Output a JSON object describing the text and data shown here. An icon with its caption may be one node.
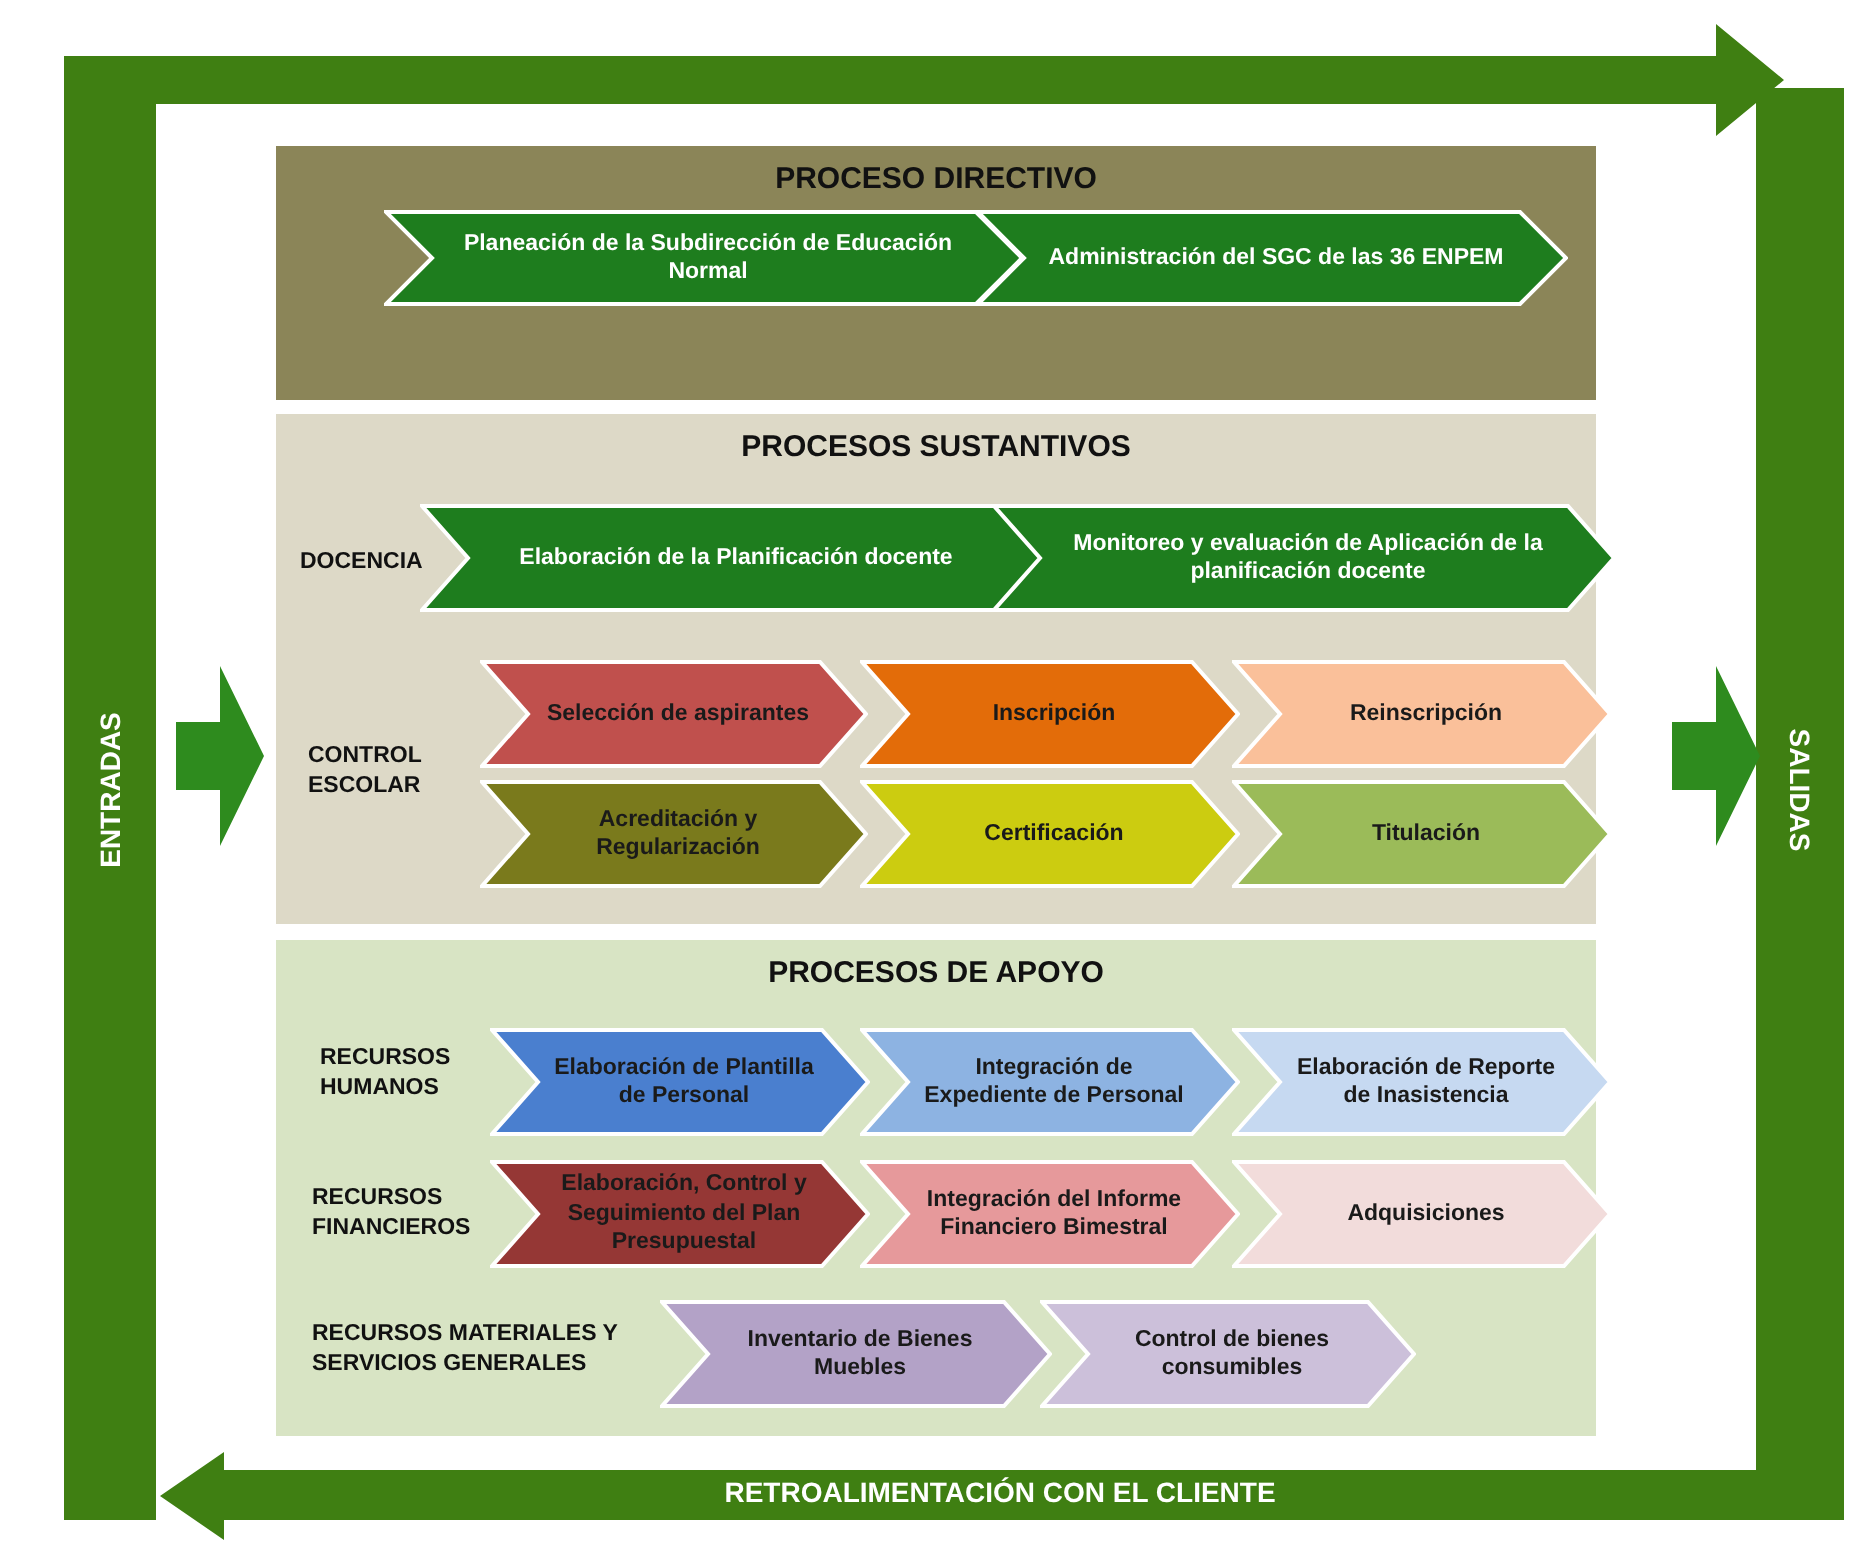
{
  "diagram": {
    "nodes": [
      {
        "text": [
          "PROCESO DIRECTIVO"
        ]
      },
      {
        "text": [
          "Planeación de la Subdirección de Educación Normal"
        ],
        "in": 0
      },
      {
        "text": [
          "Administración del  SGC de las 36 ENPEM"
        ],
        "in": 0
      },
      {
        "text": [
          "PROCESOS SUSTANTIVOS"
        ]
      },
      {
        "text": [
          "Elaboración de la Planificación docente"
        ],
        "in": 3
      },
      {
        "text": [
          "Monitoreo y evaluación de Aplicación de la planificación docente"
        ],
        "in": 3
      },
      {
        "text": [
          "Selección de aspirantes"
        ],
        "in": 3
      },
      {
        "text": [
          "Inscripción"
        ],
        "in": 3
      },
      {
        "text": [
          "Reinscripción"
        ],
        "in": 3
      },
      {
        "text": [
          "Acreditación y Regularización"
        ],
        "in": 3
      },
      {
        "text": [
          "Certificación"
        ],
        "in": 3
      },
      {
        "text": [
          "Titulación"
        ],
        "in": 3
      },
      {
        "text": [
          "PROCESOS DE APOYO"
        ]
      },
      {
        "text": [
          "Elaboración de Plantilla de Personal"
        ],
        "in": 12
      },
      {
        "text": [
          "Integración de Expediente de Personal"
        ],
        "in": 12
      },
      {
        "text": [
          "Elaboración de Reporte de Inasistencia"
        ],
        "in": 12
      },
      {
        "text": [
          "Elaboración, Control y Seguimiento del Plan Presupuestal"
        ],
        "in": 12
      },
      {
        "text": [
          "Integración del Informe Financiero Bimestral"
        ],
        "in": 12
      },
      {
        "text": [
          "Adquisiciones"
        ],
        "in": 12
      },
      {
        "text": [
          "Inventario de Bienes Muebles"
        ],
        "in": 12
      },
      {
        "text": [
          "Control de bienes consumibles"
        ],
        "in": 12
      }
    ],
    "labels": [
      "ENTRADAS",
      "DOCENCIA",
      "CONTROL ESCOLAR",
      "RECURSOS HUMANOS",
      "RECURSOS FINANCIEROS",
      "RECURSOS MATERIALES Y SERVICIOS GENERALES",
      "SALIDAS",
      "RETROALIMENTACIÓN CON EL CLIENTE"
    ]
  }
}
